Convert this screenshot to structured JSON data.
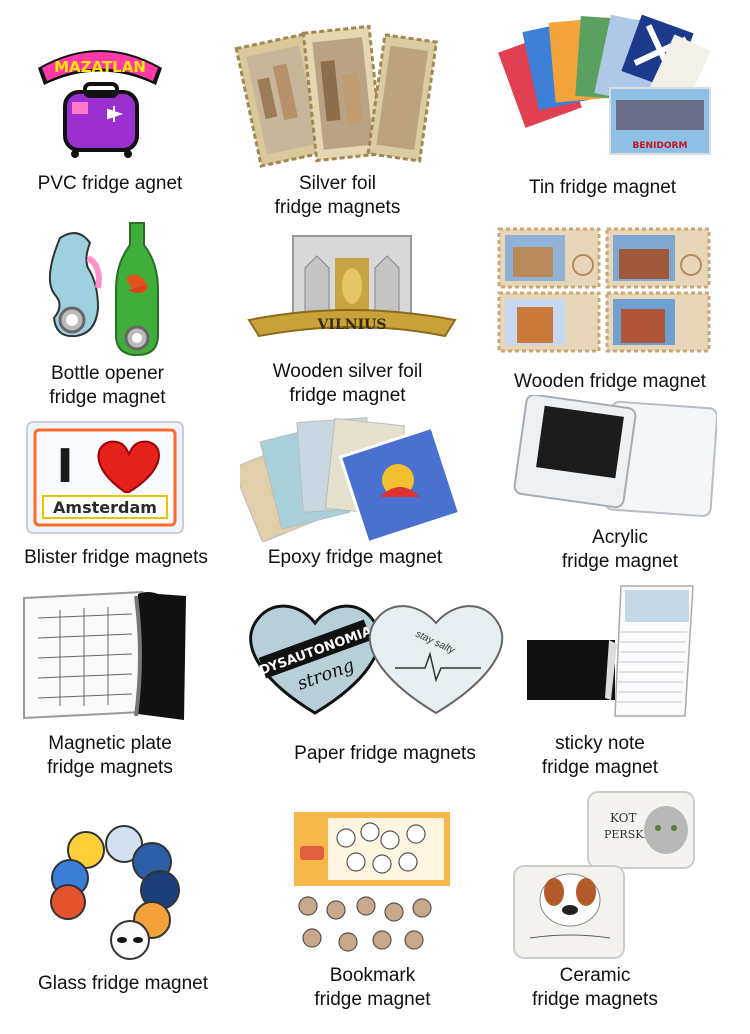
{
  "products": [
    {
      "id": "pvc",
      "caption": "PVC fridge agnet",
      "art_text": [
        "MAZATLAN",
        "MAZATLAN"
      ]
    },
    {
      "id": "silver-foil",
      "caption": "Silver foil\nfridge magnets"
    },
    {
      "id": "tin",
      "caption": "Tin fridge magnet",
      "art_text": [
        "BENIDORM"
      ]
    },
    {
      "id": "bottle-opener",
      "caption": "Bottle opener\nfridge magnet"
    },
    {
      "id": "wooden-silver-foil",
      "caption": "Wooden silver foil\nfridge magnet",
      "art_text": [
        "VILNIUS"
      ]
    },
    {
      "id": "wooden",
      "caption": "Wooden fridge magnet"
    },
    {
      "id": "blister",
      "caption": "Blister fridge magnets",
      "art_text": [
        "I",
        "Amsterdam"
      ]
    },
    {
      "id": "epoxy",
      "caption": "Epoxy fridge magnet"
    },
    {
      "id": "acrylic",
      "caption": "Acrylic\nfridge magnet"
    },
    {
      "id": "magnetic-plate",
      "caption": "Magnetic plate\nfridge magnets"
    },
    {
      "id": "paper",
      "caption": "Paper fridge magnets",
      "art_text": [
        "DYSAUTONOMIA",
        "strong",
        "stay salty"
      ]
    },
    {
      "id": "sticky-note",
      "caption": "sticky note\nfridge magnet"
    },
    {
      "id": "glass",
      "caption": "Glass fridge magnet"
    },
    {
      "id": "bookmark",
      "caption": "Bookmark\nfridge magnet"
    },
    {
      "id": "ceramic",
      "caption": "Ceramic\nfridge magnets",
      "art_text": [
        "KOT",
        "PERSKI"
      ]
    }
  ],
  "colors": {
    "background": "#ffffff",
    "caption": "#111111"
  }
}
